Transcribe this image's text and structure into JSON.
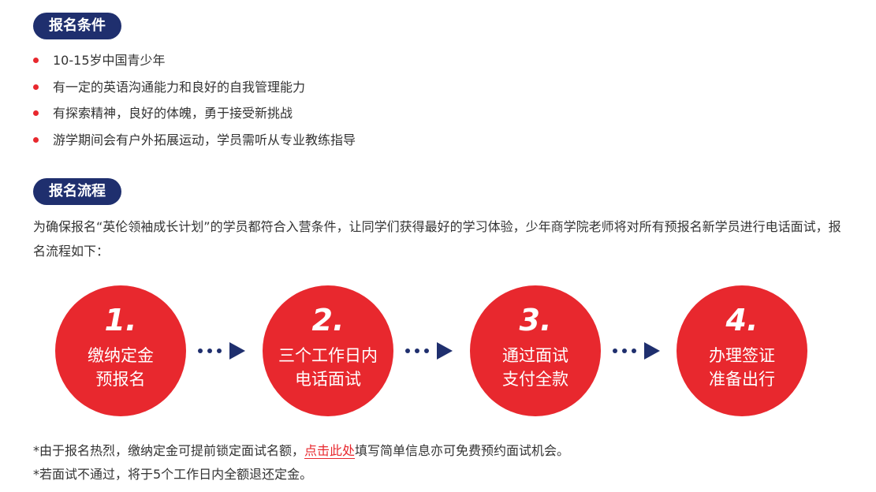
{
  "sections": {
    "requirements_title": "报名条件",
    "process_title": "报名流程"
  },
  "requirements": [
    "10-15岁中国青少年",
    "有一定的英语沟通能力和良好的自我管理能力",
    "有探索精神，良好的体魄，勇于接受新挑战",
    "游学期间会有户外拓展运动，学员需听从专业教练指导"
  ],
  "intro": "为确保报名“英伦领袖成长计划”的学员都符合入营条件，让同学们获得最好的学习体验，少年商学院老师将对所有预报名新学员进行电话面试，报名流程如下：",
  "steps": [
    {
      "num": "1.",
      "line1": "缴纳定金",
      "line2": "预报名"
    },
    {
      "num": "2.",
      "line1": "三个工作日内",
      "line2": "电话面试"
    },
    {
      "num": "3.",
      "line1": "通过面试",
      "line2": "支付全款"
    },
    {
      "num": "4.",
      "line1": "办理签证",
      "line2": "准备出行"
    }
  ],
  "notes": {
    "note1_before": "*由于报名热烈，缴纳定金可提前锁定面试名额，",
    "note1_link": "点击此处",
    "note1_after": "填写简单信息亦可免费预约面试机会。",
    "note2": "*若面试不通过，将于5个工作日内全额退还定金。"
  },
  "colors": {
    "accent_red": "#e8282e",
    "navy": "#1f2f6e"
  }
}
